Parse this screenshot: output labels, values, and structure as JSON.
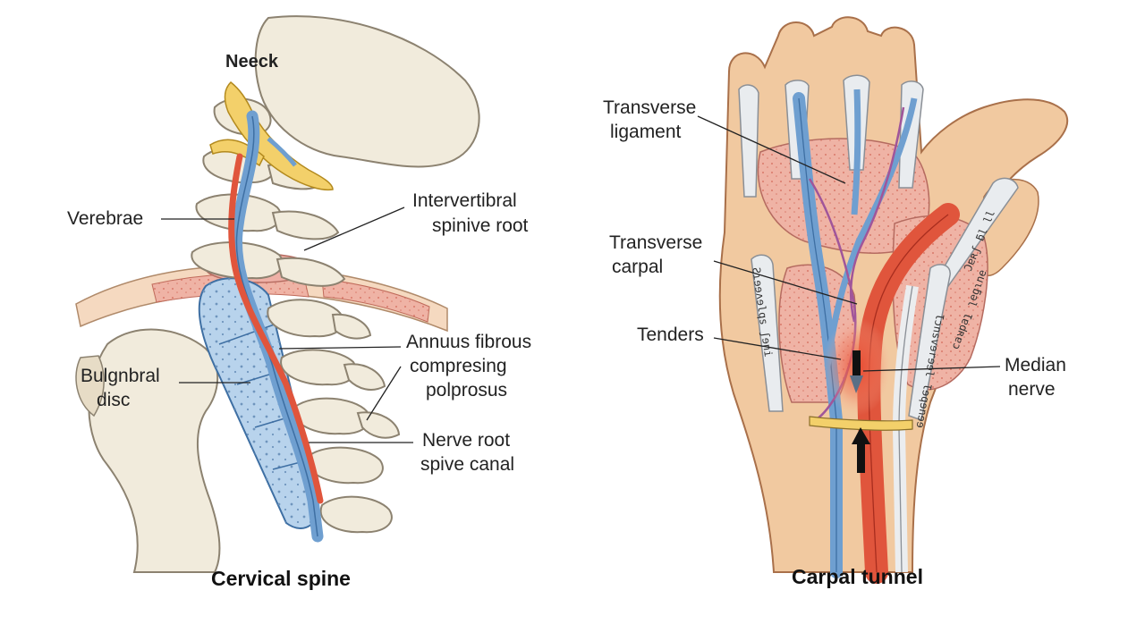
{
  "left_panel": {
    "title": "Cervical spine",
    "labels": {
      "neck": "Neeck",
      "vertebrae": "Verebrae",
      "interv_1": "Intervertibral",
      "interv_2": "spinive root",
      "annulus_1": "Annuus fibrous",
      "annulus_2": "compresing",
      "annulus_3": "polprosus",
      "disc_1": "Bulgnbral",
      "disc_2": "disc",
      "nerve_1": "Nerve root",
      "nerve_2": "spive canal"
    }
  },
  "right_panel": {
    "title": "Carpal tunnel",
    "labels": {
      "tl_1": "Transverse",
      "tl_2": "ligament",
      "tc_1": "Transverse",
      "tc_2": "carpal",
      "tenders": "Tenders",
      "median_1": "Median",
      "median_2": "nerve"
    },
    "bone_text": {
      "left_bone": "Ƨɿɘɘʌɘlqs ʃɘni",
      "mid_bone": "Ɩɔnsvɘrɘɘl Ɩɘqɘnɘɘ",
      "right_bone": "ǝuɩƃǝl Ɩɐdʀɐɔ",
      "upper": "Ɔɐʀʃ ƃl ll"
    }
  },
  "colors": {
    "bone": "#f1ebdc",
    "skin": "#f1c9a0",
    "nerve_blue": "#6f9fd0",
    "artery_red": "#e0553c",
    "disc_blue": "#b8d3ec",
    "tissue_pink": "#eca79a",
    "ligament_yellow": "#f3d06a"
  }
}
